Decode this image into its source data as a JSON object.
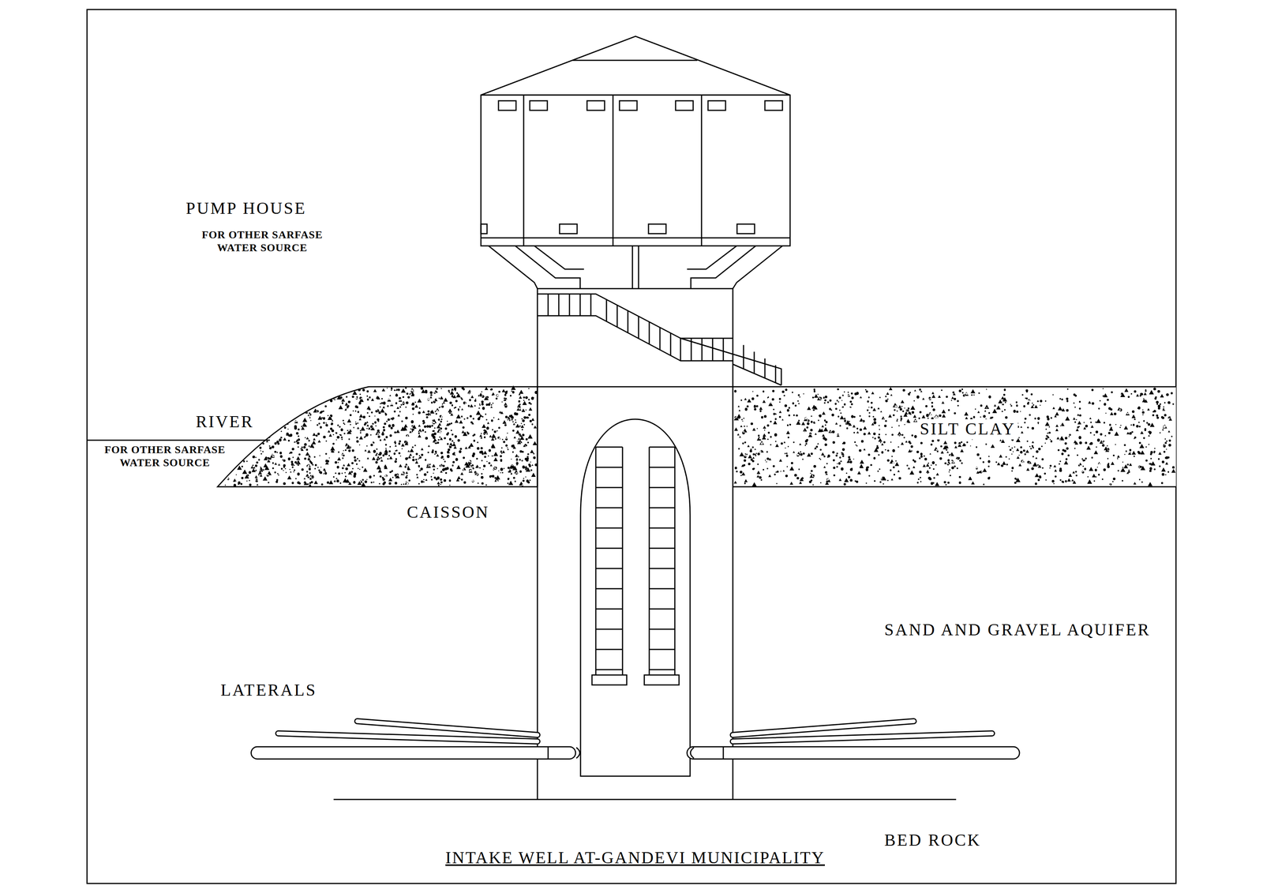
{
  "diagram": {
    "title": "INTAKE WELL AT-GANDEVI MUNICIPALITY",
    "labels": [
      "PUMP HOUSE",
      "FOR OTHER SARFASE WATER SOURCE",
      "RIVER",
      "FOR OTHER SARFASE WATER SOURCE",
      "SILT CLAY",
      "CAISSON",
      "SAND AND GRAVEL AQUIFER",
      "LATERALS",
      "BED ROCK"
    ]
  }
}
